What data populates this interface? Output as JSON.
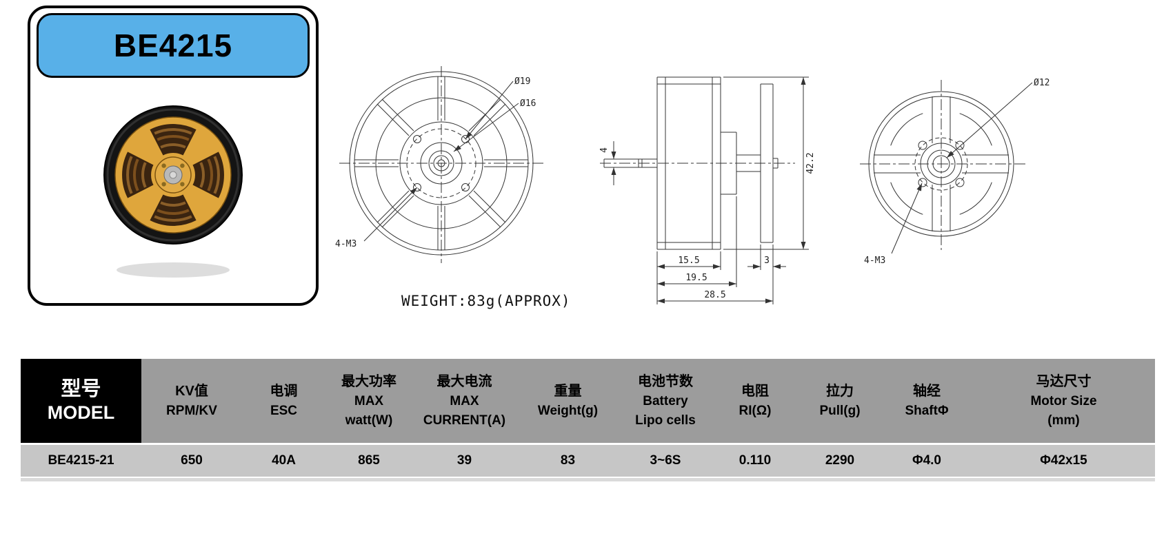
{
  "card": {
    "model": "BE4215"
  },
  "front_view": {
    "dia19": "Ø19",
    "dia16": "Ø16",
    "mount": "4-M3",
    "weight": "WEIGHT:83g(APPROX)"
  },
  "side_view": {
    "shaft_dia": "4",
    "height": "42.2",
    "bell_len": "15.5",
    "flange": "3",
    "len2": "19.5",
    "total_len": "28.5"
  },
  "back_view": {
    "dia12": "Ø12",
    "mount": "4-M3"
  },
  "table": {
    "headers": [
      {
        "l1": "型号",
        "l2": "MODEL"
      },
      {
        "l1": "KV值",
        "l2": "RPM/KV"
      },
      {
        "l1": "电调",
        "l2": "ESC"
      },
      {
        "l1": "最大功率",
        "l2": "MAX",
        "l3": "watt(W)"
      },
      {
        "l1": "最大电流",
        "l2": "MAX",
        "l3": "CURRENT(A)"
      },
      {
        "l1": "重量",
        "l2": "Weight(g)"
      },
      {
        "l1": "电池节数",
        "l2": "Battery",
        "l3": "Lipo cells"
      },
      {
        "l1": "电阻",
        "l2": "RI(Ω)"
      },
      {
        "l1": "拉力",
        "l2": "Pull(g)"
      },
      {
        "l1": "轴经",
        "l2": "ShaftΦ"
      },
      {
        "l1": "马达尺寸",
        "l2": "Motor Size",
        "l3": "(mm)"
      }
    ],
    "row": [
      "BE4215-21",
      "650",
      "40A",
      "865",
      "39",
      "83",
      "3~6S",
      "0.110",
      "2290",
      "Φ4.0",
      "Φ42x15"
    ]
  },
  "colors": {
    "badge": "#58b0e8",
    "table_header": "#9c9c9c",
    "table_row": "#c6c6c6"
  }
}
